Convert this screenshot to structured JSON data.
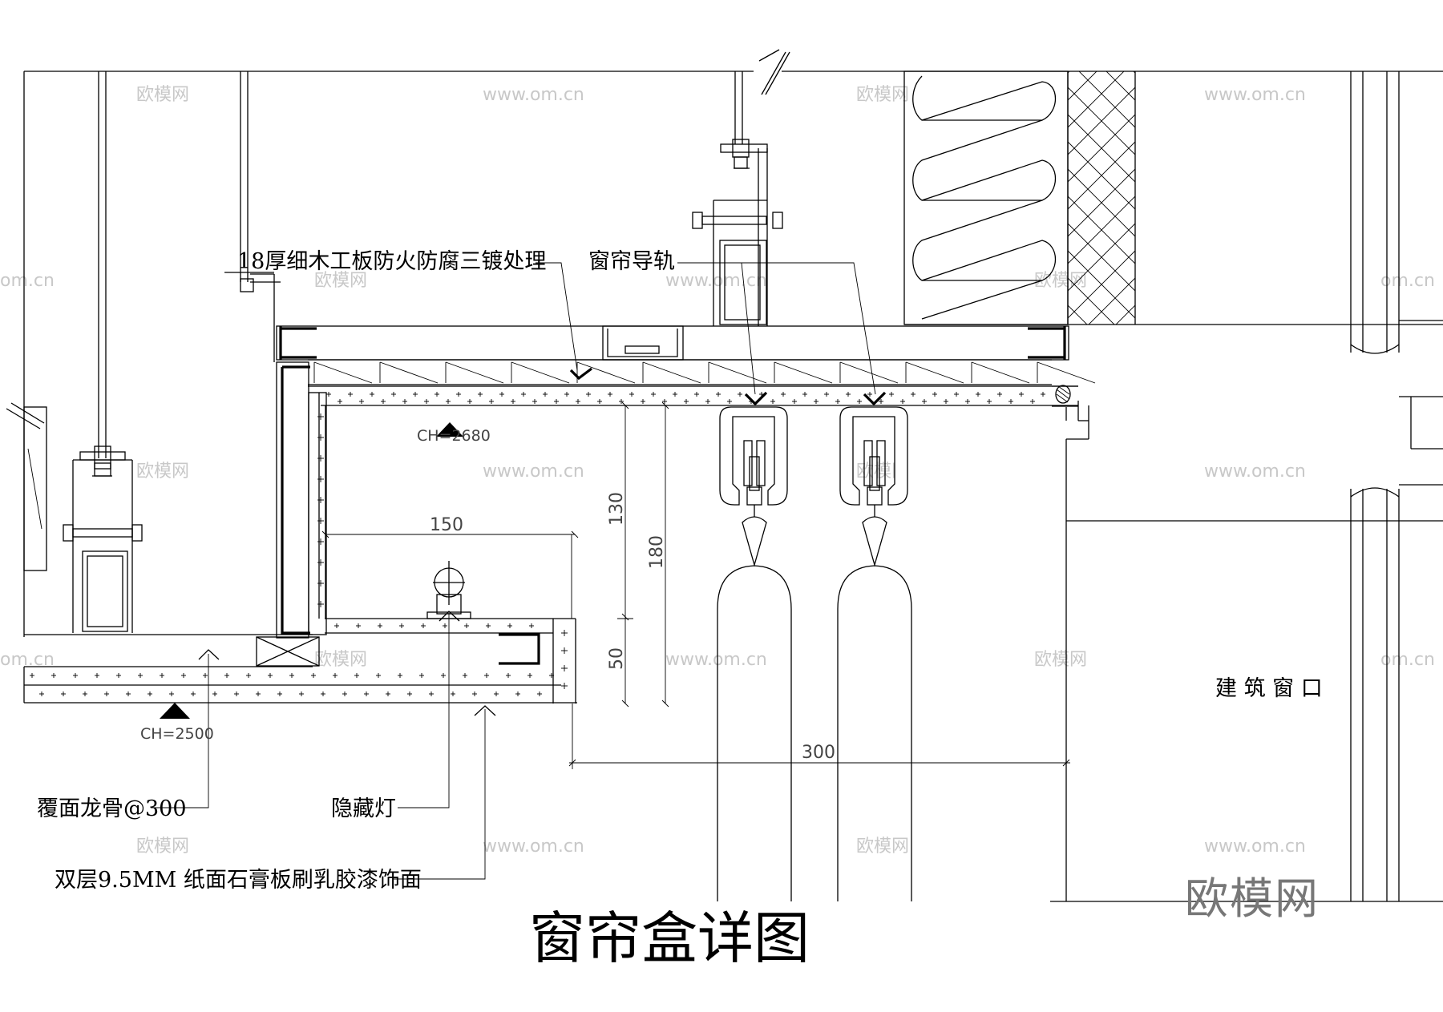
{
  "labels": {
    "plywood_note": "18厚细木工板防火防腐三镀处理",
    "track_note": "窗帘导轨",
    "keel_note": "覆面龙骨@300",
    "light_note": "隐藏灯",
    "gypsum_note": "双层9.5MM 纸面石膏板刷乳胶漆饰面",
    "window_note": "建 筑 窗 口",
    "title": "窗帘盒详图"
  },
  "levels": {
    "ch_upper": "CH=2680",
    "ch_lower": "CH=2500"
  },
  "dimensions": {
    "d150": "150",
    "d130": "130",
    "d180": "180",
    "d50": "50",
    "d300": "300"
  },
  "watermarks": {
    "brand": "欧模网",
    "url": "www.om.cn",
    "url_short": "om.cn"
  }
}
